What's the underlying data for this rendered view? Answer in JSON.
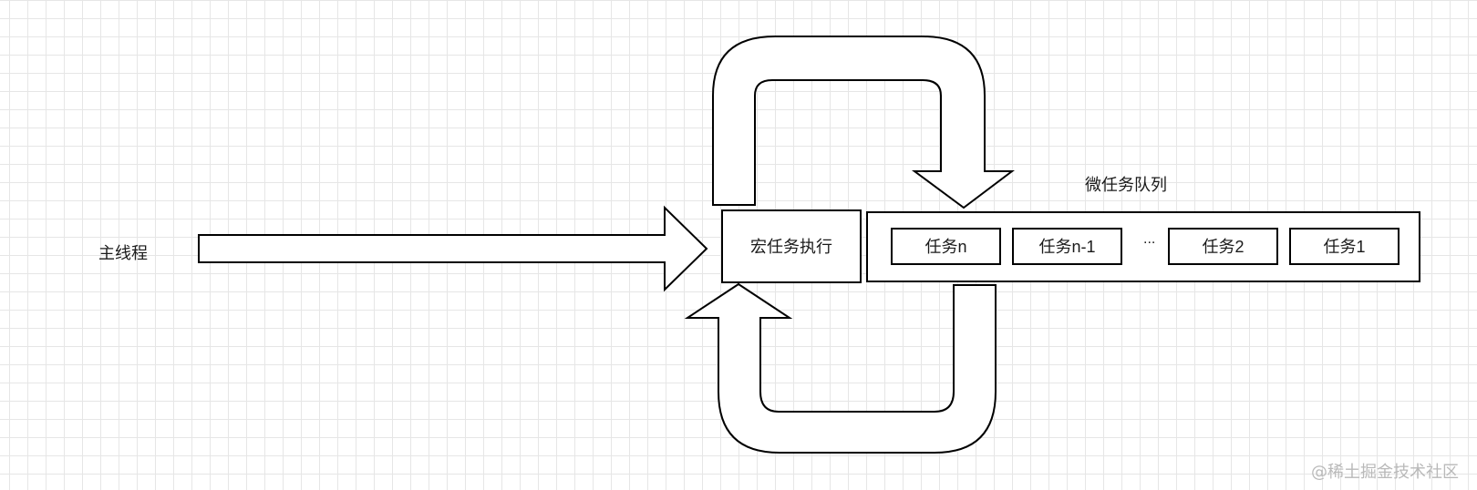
{
  "main_thread": {
    "label": "主线程"
  },
  "macro_task": {
    "label": "宏任务执行"
  },
  "micro_queue": {
    "title": "微任务队列",
    "tasks": [
      "任务n",
      "任务n-1",
      "任务2",
      "任务1"
    ],
    "ellipsis": "..."
  },
  "watermark": "@稀土掘金技术社区",
  "colors": {
    "stroke": "#000000",
    "fill": "#ffffff",
    "grid": "#e6e6e6"
  }
}
